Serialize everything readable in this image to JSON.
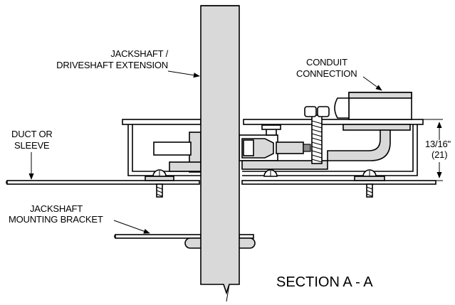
{
  "labels": {
    "jackshaft_line1": "JACKSHAFT /",
    "jackshaft_line2": "DRIVESHAFT EXTENSION",
    "conduit_line1": "CONDUIT",
    "conduit_line2": "CONNECTION",
    "duct_line1": "DUCT OR",
    "duct_line2": "SLEEVE",
    "bracket_line1": "JACKSHAFT",
    "bracket_line2": "MOUNTING BRACKET",
    "dim_imperial": "13/16\"",
    "dim_metric": "(21)",
    "section_title": "SECTION A - A"
  }
}
